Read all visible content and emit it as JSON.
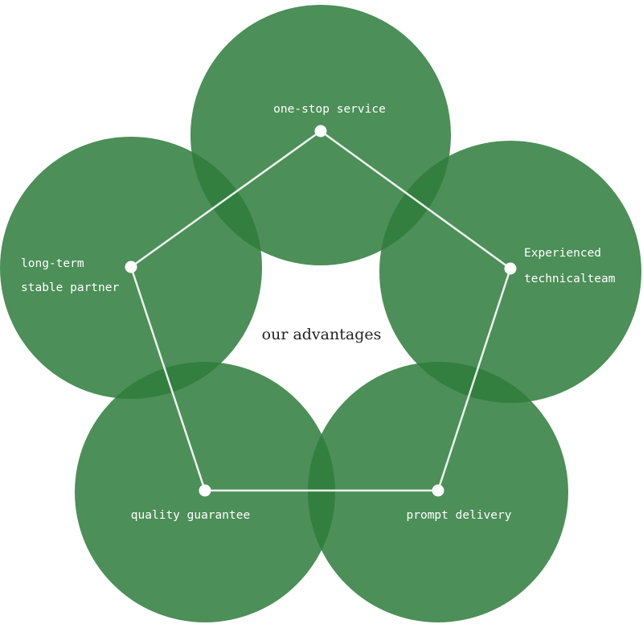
{
  "center": {
    "label": "our advantages"
  },
  "advantages": [
    {
      "id": "one-stop-service",
      "lines": [
        "one-stop service"
      ]
    },
    {
      "id": "experienced-technical-team",
      "lines": [
        "Experienced",
        "technicalteam"
      ]
    },
    {
      "id": "prompt-delivery",
      "lines": [
        "prompt delivery"
      ]
    },
    {
      "id": "quality-guarantee",
      "lines": [
        "quality guarantee"
      ]
    },
    {
      "id": "long-term-stable-partner",
      "lines": [
        "long-term",
        "stable partner"
      ]
    }
  ],
  "colors": {
    "circle": "#2f7d3c",
    "line": "#ffffff",
    "node": "#ffffff",
    "label": "#ffffff",
    "center_label": "#222222"
  }
}
